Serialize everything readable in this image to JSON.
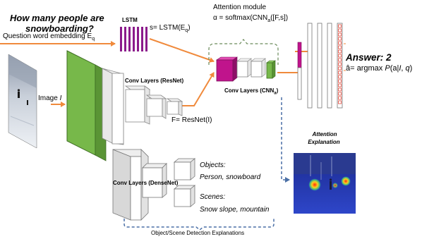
{
  "question": {
    "line1": "How many people are",
    "line2": "snowboarding?"
  },
  "embedding_label": "Question word embedding E",
  "embedding_sub": "q",
  "lstm_title": "LSTM",
  "lstm_eq": "s= LSTM(E",
  "lstm_eq_sub": "q",
  "lstm_eq_close": ")",
  "attention_module": {
    "title": "Attention module",
    "formula_prefix": "α = softmax(CNN",
    "formula_sub": "a",
    "formula_suffix": "([F,s])"
  },
  "answer": {
    "title": "Answer: 2",
    "formula_prefix": "â= argmax ",
    "formula_italic": "P",
    "formula_mid": "(a|",
    "formula_i": "I",
    "formula_comma": ", ",
    "formula_q": "q",
    "formula_close": ")"
  },
  "image_label": "Image ",
  "image_label_italic": "I",
  "conv_resnet": "Conv Layers (ResNet)",
  "resnet_eq": "F= ResNet(I)",
  "conv_cnna": "Conv Layers (CNN",
  "conv_cnna_sub": "a",
  "conv_cnna_close": ")",
  "attention_explanation": {
    "line1": "Attention",
    "line2": "Explanation"
  },
  "conv_densenet": "Conv Layers (DenseNet)",
  "objects": {
    "label": "Objects:",
    "value": "Person, snowboard"
  },
  "scenes": {
    "label": "Scenes:",
    "value": "Snow slope, mountain"
  },
  "detection_caption": "Object/Scene Detection Explanations",
  "colors": {
    "orange": "#f08a3c",
    "green": "#77b84a",
    "magenta": "#c0148c",
    "dashed_blue": "#4a6fa5",
    "dashed_green": "#6a8a5a",
    "heatmap_red": "#e03020"
  }
}
